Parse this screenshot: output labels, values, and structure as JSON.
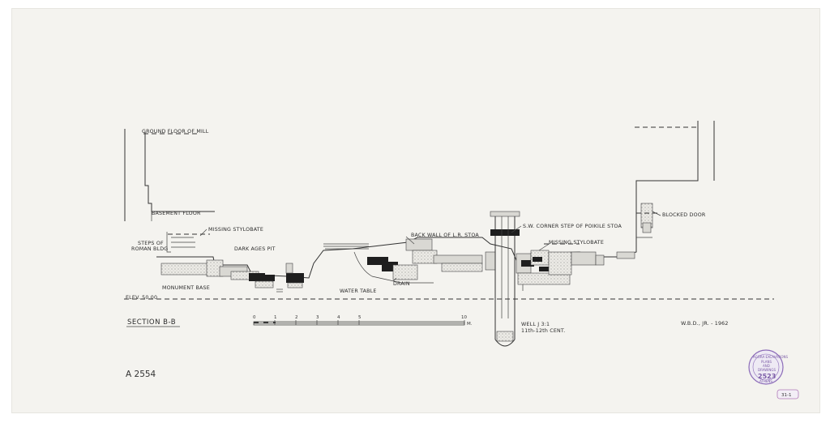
{
  "labels": {
    "ground_floor": "GROUND FLOOR OF MILL",
    "basement_floor": "BASEMENT FLOOR",
    "missing_stylobate_left": "MISSING STYLOBATE",
    "steps_line1": "STEPS OF",
    "steps_line2": "ROMAN BLDG",
    "dark_ages_pit": "DARK AGES PIT",
    "monument_base": "MONUMENT BASE",
    "elev": "ELEV. 50.00",
    "water_table": "WATER TABLE",
    "drain": "DRAIN",
    "back_wall": "BACK WALL OF L.R. STOA",
    "sw_corner": "S.W. CORNER STEP OF POIKILE STOA",
    "missing_stylobate_right": "MISSING STYLOBATE",
    "blocked_door": "BLOCKED DOOR",
    "well_line1": "WELL J 3:1",
    "well_line2": "11th-12th CENT.",
    "section": "SECTION B-B",
    "initials": "W.B.D., JR. - 1962",
    "sheet_id": "A 2554",
    "sheet_note": "31-1"
  },
  "scale": {
    "ticks": [
      "0",
      "1",
      "2",
      "3",
      "4",
      "5",
      "10"
    ],
    "unit": "M."
  },
  "stamp": {
    "line1": "AGORA EXCAVATIONS",
    "line2": "PLANS",
    "line3": "AND",
    "line4": "DRAWINGS",
    "number": "2523",
    "line5": "ATHENS"
  }
}
